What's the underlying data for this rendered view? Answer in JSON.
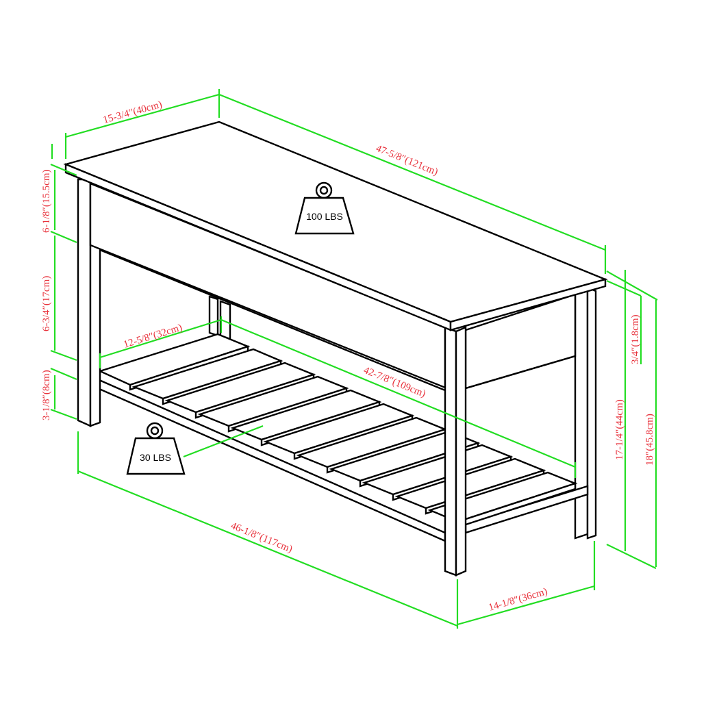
{
  "diagram": {
    "type": "furniture-dimension-drawing",
    "subject": "storage bench with slatted lower shelf",
    "colors": {
      "outline": "#000000",
      "dimension_lines": "#22dd22",
      "dimension_text": "#e8323c"
    },
    "dimensions": {
      "top_depth": "15-3/4″(40cm)",
      "top_width": "47-5/8″(121cm)",
      "apron_height": "6-1/8″(15.5cm)",
      "open_height": "6-3/4″(17cm)",
      "shelf_height": "3-1/8″(8cm)",
      "shelf_depth": "12-5/8″(32cm)",
      "shelf_width": "42-7/8″(109cm)",
      "base_width": "46-1/8″(117cm)",
      "base_depth": "14-1/8″(36cm)",
      "top_thickness": "3/4″(1.8cm)",
      "leg_height": "17-1/4″(44cm)",
      "total_height": "18″(45.8cm)"
    },
    "weights": {
      "top_capacity": "100 LBS",
      "shelf_capacity": "30 LBS"
    }
  }
}
